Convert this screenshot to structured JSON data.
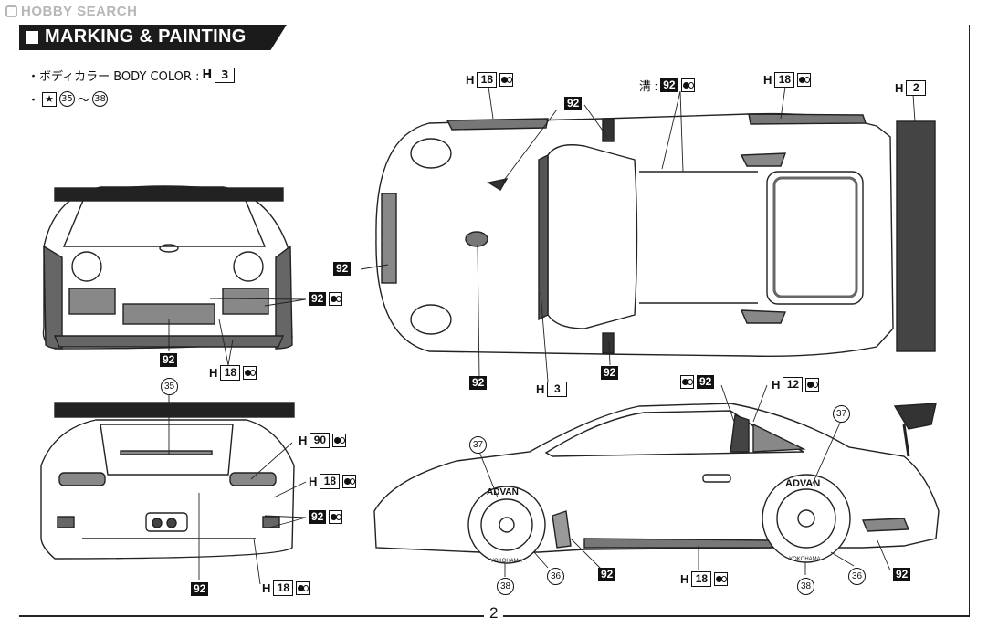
{
  "watermark": "HOBBY SEARCH",
  "header": {
    "title": "MARKING & PAINTING"
  },
  "notes": {
    "body_color_label": "・ボディカラー BODY COLOR :",
    "body_color_h": "H",
    "body_color_code": "3",
    "decal_prefix": "・",
    "decal_from": "35",
    "decal_sep": "〜",
    "decal_to": "38"
  },
  "callouts": {
    "top_roof_h": "H",
    "top_roof_num": "18",
    "top_groove_label": "溝 :",
    "top_groove_num": "92",
    "top_rear_h": "H",
    "top_rear_num": "18",
    "top_wing_h": "H",
    "top_wing_num": "2",
    "top_hood_92": "92",
    "top_front_92": "92",
    "top_center_92": "92",
    "top_bottom_h": "H",
    "top_bottom_num": "3",
    "top_side_92": "92",
    "front_side_92": "92",
    "front_bottom_92": "92",
    "front_bottom_h": "H",
    "front_bottom_num": "18",
    "rear_top_num": "35",
    "rear_h90_h": "H",
    "rear_h90_num": "90",
    "rear_h18_h": "H",
    "rear_h18_num": "18",
    "rear_92_side": "92",
    "rear_bottom_92": "92",
    "rear_bottom_h": "H",
    "rear_bottom_num": "18",
    "side_top_92": "92",
    "side_h12_h": "H",
    "side_h12_num": "12",
    "side_37_left": "37",
    "side_37_right": "37",
    "side_36_left": "36",
    "side_36_right": "36",
    "side_38_left": "38",
    "side_38_right": "38",
    "side_92_lower": "92",
    "side_h18_h": "H",
    "side_h18_num": "18",
    "side_92_right": "92",
    "tyre_brand": "ADVAN",
    "tyre_brand_lower": "YOKOHAMA"
  },
  "page_number": "2"
}
